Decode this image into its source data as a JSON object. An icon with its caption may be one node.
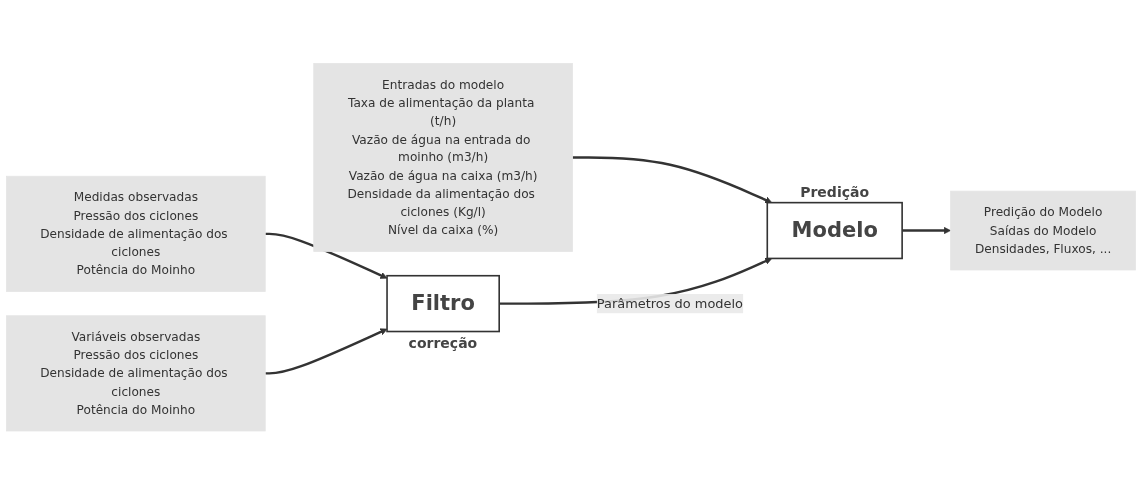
{
  "diagram": {
    "nodes": [
      {
        "text": [
          "Entradas do modelo",
          "Taxa de alimentação da planta (t/h)",
          "Vazão de água na entrada do moinho (m3/h)",
          "Vazão de água na caixa (m3/h)",
          "Densidade da alimentação dos ciclones (Kg/l)",
          "Nível da caixa (%)"
        ]
      },
      {
        "text": [
          "Modelo"
        ],
        "beside": [
          "Predição"
        ]
      },
      {
        "text": [
          "Predição do Modelo",
          "Saídas do Modelo",
          "Densidades, Fluxos, ..."
        ]
      },
      {
        "text": [
          "Medidas observadas",
          "Pressão dos ciclones",
          "Densidade de alimentação dos ciclones",
          "Potência do Moinho"
        ]
      },
      {
        "text": [
          "Filtro"
        ],
        "beside": [
          "correção"
        ]
      },
      {
        "text": [
          "Variáveis observadas",
          "Pressão dos ciclones",
          "Densidade de alimentação dos ciclones",
          "Potência do Moinho"
        ]
      }
    ],
    "edges": [
      {
        "from": 0,
        "to": 1,
        "arrow": "to"
      },
      {
        "from": 1,
        "to": 2,
        "arrow": "to"
      },
      {
        "from": 4,
        "to": 1,
        "arrow": "to",
        "label": "Parâmetros do modelo"
      },
      {
        "from": 3,
        "to": 4,
        "arrow": "to"
      },
      {
        "from": 5,
        "to": 4,
        "arrow": "to"
      }
    ]
  }
}
